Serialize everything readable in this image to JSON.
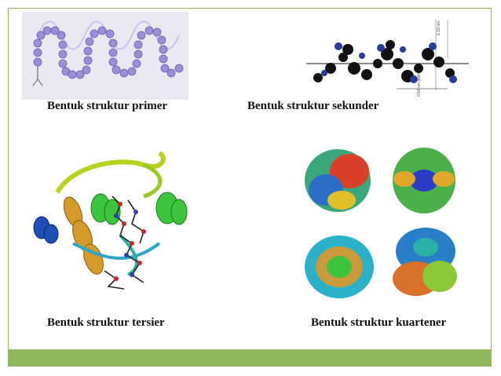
{
  "slide": {
    "captions": {
      "primer": "Bentuk struktur primer",
      "sekunder": "Bentuk struktur sekunder",
      "tersier": "Bentuk struktur tersier",
      "kuartener": "Bentuk struktur kuartener"
    }
  },
  "colors": {
    "accent_bar": "#8fb85a",
    "bead": "#9b8fd6",
    "helix_green": "#3cc43c",
    "helix_gold": "#d49a2a",
    "helix_blue": "#1f4fb5"
  }
}
